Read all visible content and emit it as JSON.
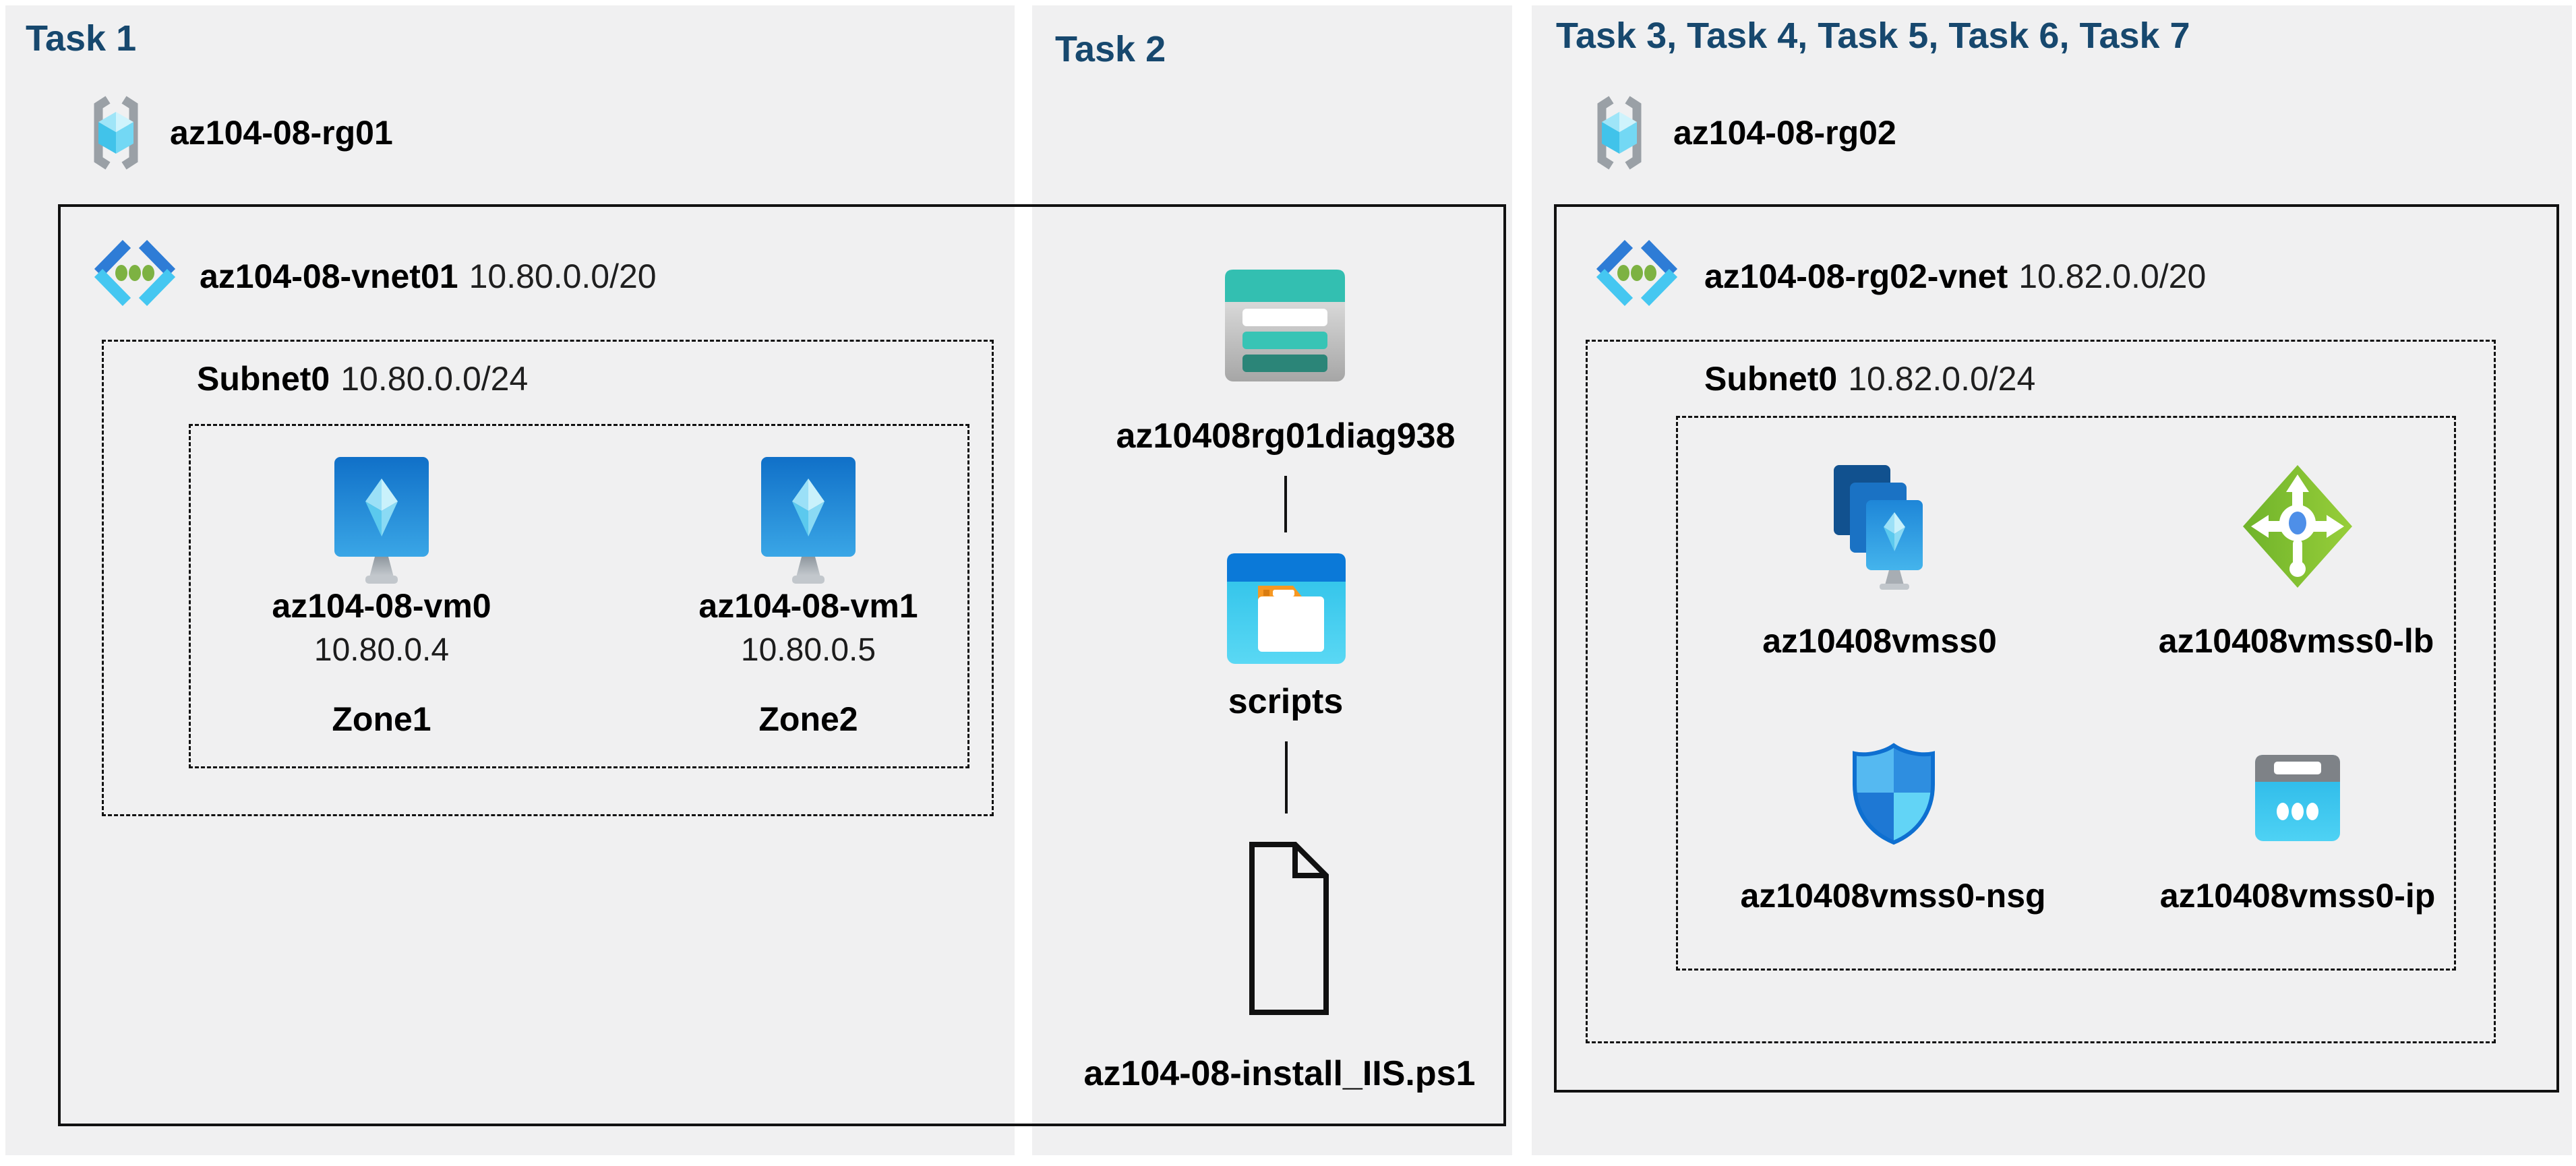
{
  "colors": {
    "header_navy": "#17486e",
    "panel_gray": "#f0f0f1",
    "line_black": "#111111",
    "azure_blue": "#1272c9",
    "azure_cyan": "#45c7f1",
    "storage_teal": "#33bfb1",
    "lb_green": "#76b82a",
    "folder_orange": "#f79822"
  },
  "panels": {
    "task1": {
      "header": "Task 1",
      "resource_group": {
        "name": "az104-08-rg01"
      },
      "vnet": {
        "name": "az104-08-vnet01",
        "cidr": "10.80.0.0/20"
      },
      "subnet": {
        "name": "Subnet0",
        "cidr": "10.80.0.0/24"
      },
      "vms": [
        {
          "name": "az104-08-vm0",
          "ip": "10.80.0.4",
          "zone": "Zone1"
        },
        {
          "name": "az104-08-vm1",
          "ip": "10.80.0.5",
          "zone": "Zone2"
        }
      ]
    },
    "task2": {
      "header": "Task 2",
      "storage_account": "az10408rg01diag938",
      "folder": "scripts",
      "file": "az104-08-install_IIS.ps1"
    },
    "task3": {
      "header": "Task 3, Task 4, Task 5, Task 6, Task 7",
      "resource_group": {
        "name": "az104-08-rg02"
      },
      "vnet": {
        "name": "az104-08-rg02-vnet",
        "cidr": "10.82.0.0/20"
      },
      "subnet": {
        "name": "Subnet0",
        "cidr": "10.82.0.0/24"
      },
      "vmss": {
        "name": "az10408vmss0"
      },
      "load_balancer": {
        "name": "az10408vmss0-lb"
      },
      "nsg": {
        "name": "az10408vmss0-nsg"
      },
      "public_ip": {
        "name": "az10408vmss0-ip"
      }
    }
  }
}
